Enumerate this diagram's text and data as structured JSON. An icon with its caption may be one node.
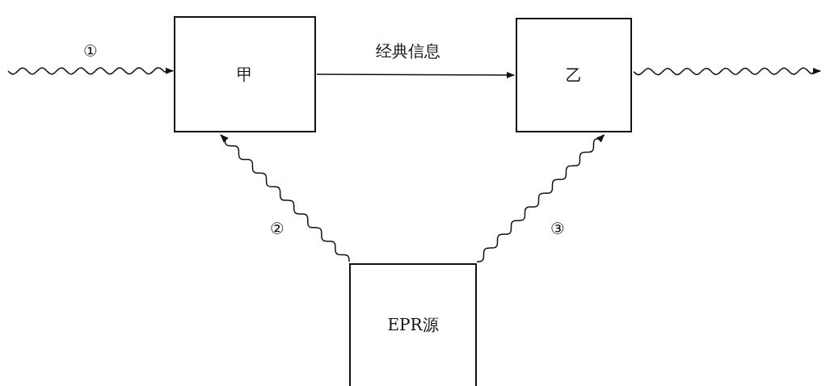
{
  "diagram": {
    "nodes": [
      {
        "text": [
          "甲"
        ]
      },
      {
        "text": [
          "乙"
        ]
      },
      {
        "text": [
          "EPR源"
        ]
      }
    ],
    "edges": [
      {
        "from": null,
        "to": 0,
        "arrow": "to",
        "label": "①"
      },
      {
        "from": 0,
        "to": 1,
        "arrow": "to",
        "label": "经典信息"
      },
      {
        "from": 1,
        "to": null,
        "arrow": "to"
      },
      {
        "from": 2,
        "to": 0,
        "arrow": "to",
        "label": "②"
      },
      {
        "from": 2,
        "to": 1,
        "arrow": "to",
        "label": "③"
      }
    ]
  }
}
